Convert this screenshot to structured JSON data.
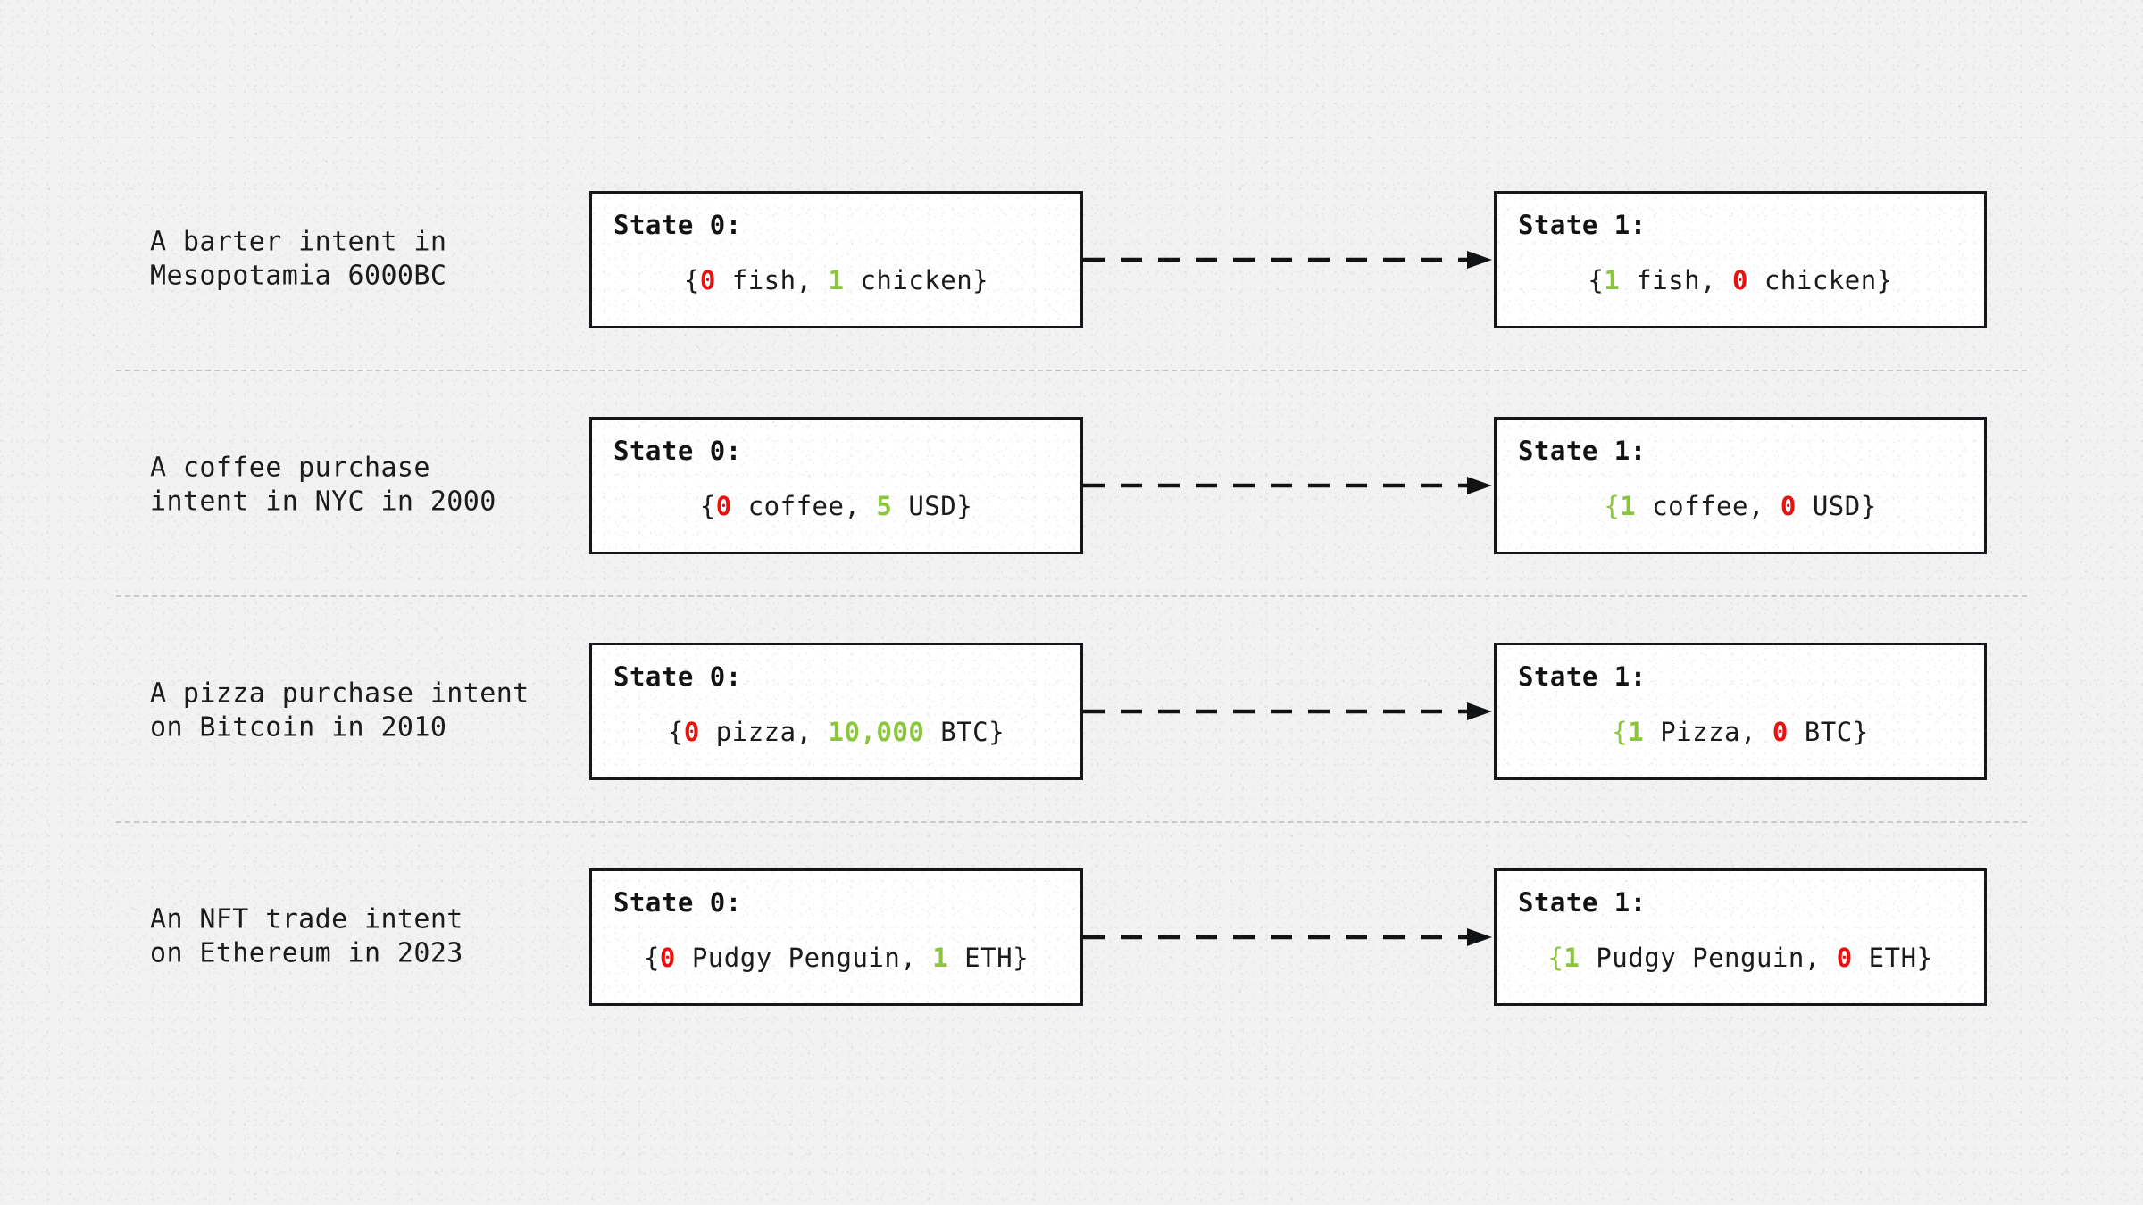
{
  "background": {
    "color": "#f2f2f2",
    "texture": "paper-grain-noise"
  },
  "colors": {
    "zero": "#e8110f",
    "positive": "#8cc63e",
    "text": "#1b1b1b",
    "box_border": "#15161a",
    "box_fill": "#ffffff",
    "divider": "#c9c9c9"
  },
  "rows": [
    {
      "label": "A barter intent in\nMesopotamia 6000BC",
      "state0": {
        "title": "State 0:",
        "open_brace": "{",
        "open_brace_color": "neutral",
        "a_qty": "0",
        "a_qty_color": "zero",
        "a_item": " fish, ",
        "b_qty": "1",
        "b_qty_color": "positive",
        "b_item": " chicken",
        "close_brace": "}"
      },
      "state1": {
        "title": "State 1:",
        "open_brace": "{",
        "open_brace_color": "neutral",
        "a_qty": "1",
        "a_qty_color": "positive",
        "a_item": " fish, ",
        "b_qty": "0",
        "b_qty_color": "zero",
        "b_item": " chicken",
        "close_brace": "}"
      },
      "arrow": "dashed-right-arrow"
    },
    {
      "label": "A coffee purchase\nintent in NYC in 2000",
      "state0": {
        "title": "State 0:",
        "open_brace": "{",
        "open_brace_color": "neutral",
        "a_qty": "0",
        "a_qty_color": "zero",
        "a_item": " coffee, ",
        "b_qty": "5",
        "b_qty_color": "positive",
        "b_item": " USD",
        "close_brace": "}"
      },
      "state1": {
        "title": "State 1:",
        "open_brace": "{",
        "open_brace_color": "positive",
        "a_qty": "1",
        "a_qty_color": "positive",
        "a_item": " coffee, ",
        "b_qty": "0",
        "b_qty_color": "zero",
        "b_item": " USD",
        "close_brace": "}"
      },
      "arrow": "dashed-right-arrow"
    },
    {
      "label": "A pizza purchase intent\non Bitcoin in 2010",
      "state0": {
        "title": "State 0:",
        "open_brace": "{",
        "open_brace_color": "neutral",
        "a_qty": "0",
        "a_qty_color": "zero",
        "a_item": " pizza, ",
        "b_qty": "10,000",
        "b_qty_color": "positive",
        "b_item": " BTC",
        "close_brace": "}"
      },
      "state1": {
        "title": "State 1:",
        "open_brace": "{",
        "open_brace_color": "positive",
        "a_qty": "1",
        "a_qty_color": "positive",
        "a_item": " Pizza, ",
        "b_qty": "0",
        "b_qty_color": "zero",
        "b_item": " BTC",
        "close_brace": "}"
      },
      "arrow": "dashed-right-arrow"
    },
    {
      "label": "An NFT trade intent\non Ethereum in 2023",
      "state0": {
        "title": "State 0:",
        "open_brace": "{",
        "open_brace_color": "neutral",
        "a_qty": "0",
        "a_qty_color": "zero",
        "a_item": " Pudgy Penguin, ",
        "b_qty": "1",
        "b_qty_color": "positive",
        "b_item": " ETH",
        "close_brace": "}"
      },
      "state1": {
        "title": "State 1:",
        "open_brace": "{",
        "open_brace_color": "positive",
        "a_qty": "1",
        "a_qty_color": "positive",
        "a_item": " Pudgy Penguin, ",
        "b_qty": "0",
        "b_qty_color": "zero",
        "b_item": " ETH",
        "close_brace": "}"
      },
      "arrow": "dashed-right-arrow"
    }
  ],
  "divider_count": 3
}
